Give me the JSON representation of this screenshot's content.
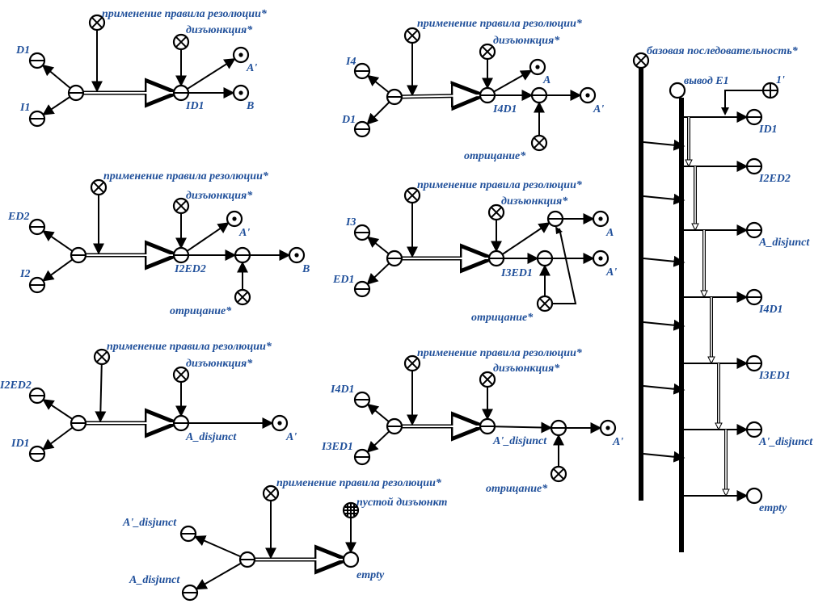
{
  "labels": {
    "resolution": "применение правила резолюции*",
    "disjunction": "дизъюнкция*",
    "negation": "отрицание*",
    "empty_clause": "пустой дизъюнкт",
    "base_sequence": "базовая последовательность*",
    "derivation": "вывод E1"
  },
  "nodes": {
    "D1": "D1",
    "I1": "I1",
    "ID1": "ID1",
    "A_prime": "A'",
    "B": "B",
    "ED2": "ED2",
    "I2": "I2",
    "I2ED2": "I2ED2",
    "I2ED2_cut": "I2ED2",
    "A_disjunct": "A_disjunct",
    "I4": "I4",
    "I4D1": "I4D1",
    "A": "A",
    "I3": "I3",
    "ED1": "ED1",
    "I3ED1": "I3ED1",
    "A_prime_disjunct": "A'_disjunct",
    "empty": "empty",
    "one_prime": "1'"
  },
  "sequence": [
    "ID1",
    "I2ED2",
    "A_disjunct",
    "I4D1",
    "I3ED1",
    "A'_disjunct",
    "empty"
  ]
}
